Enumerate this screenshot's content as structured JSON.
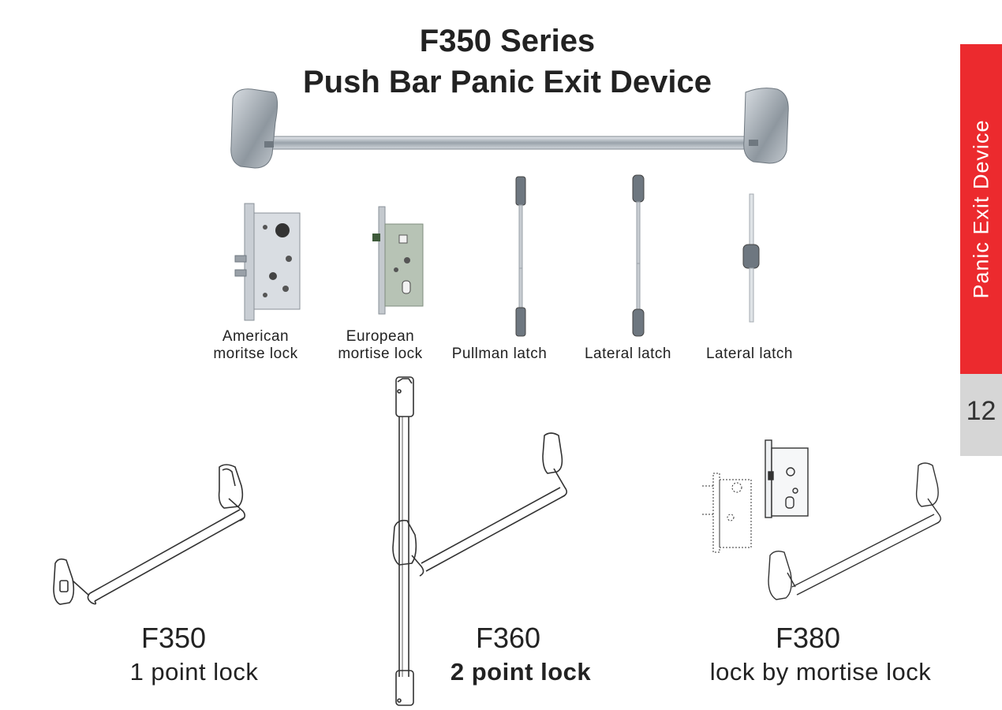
{
  "header": {
    "title_line1": "F350 Series",
    "title_line2": "Push Bar Panic Exit Device"
  },
  "latches": [
    {
      "label_line1": "American",
      "label_line2": "moritse lock"
    },
    {
      "label_line1": "European",
      "label_line2": "mortise lock"
    },
    {
      "label_line1": "",
      "label_line2": "Pullman latch"
    },
    {
      "label_line1": "",
      "label_line2": "Lateral latch"
    },
    {
      "label_line1": "",
      "label_line2": "Lateral latch"
    }
  ],
  "models": [
    {
      "code": "F350",
      "description": "1 point lock"
    },
    {
      "code": "F360",
      "description": "2 point lock"
    },
    {
      "code": "F380",
      "description": "lock by mortise lock"
    }
  ],
  "side_tab": {
    "label": "Panic Exit Device",
    "page_number": "12"
  },
  "colors": {
    "accent_red": "#ec2a2e",
    "tab_grey": "#d6d6d6"
  }
}
